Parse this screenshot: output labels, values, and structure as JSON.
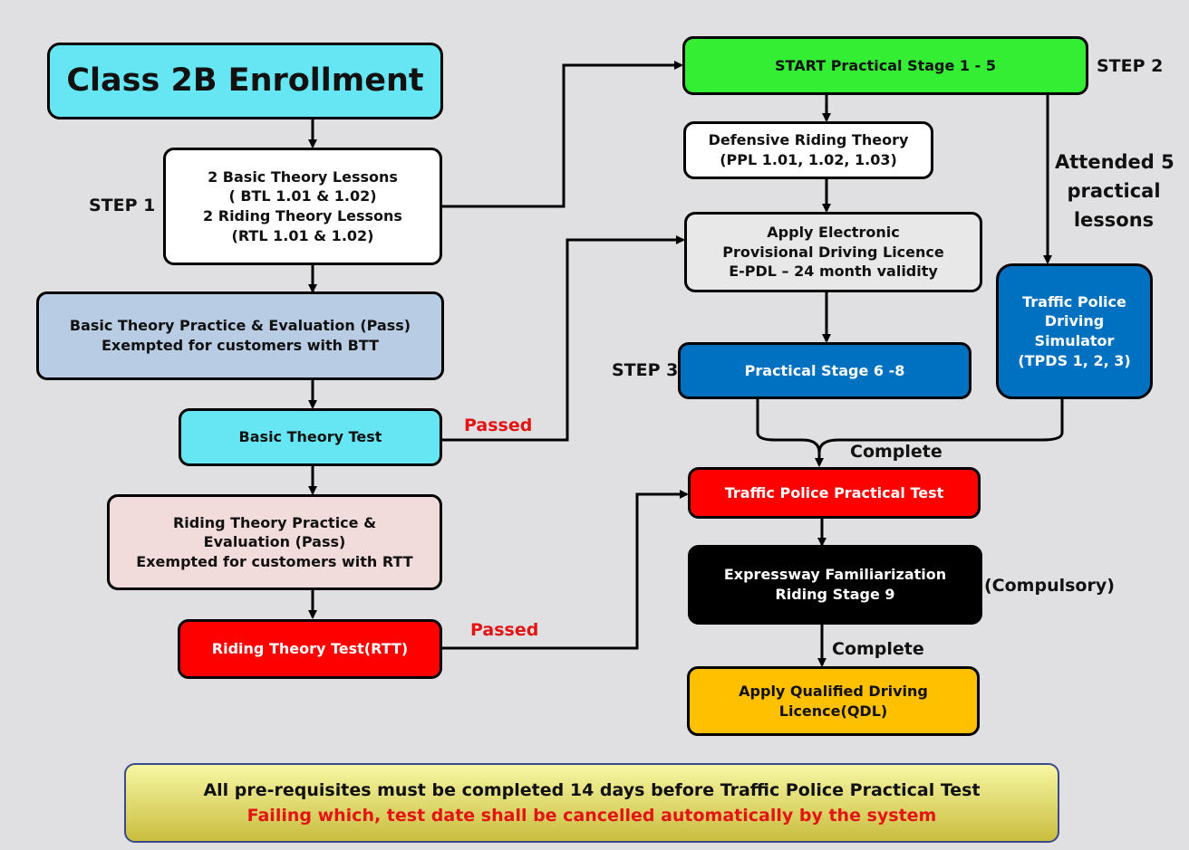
{
  "boxes": {
    "enrollment": {
      "text": "Class 2B Enrollment"
    },
    "basic_lessons": {
      "lines": [
        "2 Basic Theory Lessons",
        "( BTL 1.01 & 1.02)",
        "2 Riding Theory Lessons",
        "(RTL  1.01 & 1.02)"
      ]
    },
    "btp": {
      "lines": [
        "Basic Theory Practice & Evaluation (Pass)",
        "Exempted for customers with BTT"
      ]
    },
    "btt": {
      "text": "Basic Theory Test"
    },
    "rtp": {
      "lines": [
        "Riding Theory Practice &",
        "Evaluation (Pass)",
        "Exempted for customers with RTT"
      ]
    },
    "rtt": {
      "text": "Riding Theory Test(RTT)"
    },
    "start_practical": {
      "text": "START Practical Stage 1 - 5"
    },
    "defensive": {
      "lines": [
        "Defensive Riding Theory",
        "(PPL 1.01, 1.02, 1.03)"
      ]
    },
    "epdl": {
      "lines": [
        "Apply Electronic",
        "Provisional Driving Licence",
        "E-PDL – 24 month validity"
      ]
    },
    "practical_6_8": {
      "text": "Practical Stage 6 -8"
    },
    "simulator": {
      "lines": [
        "Traffic Police",
        "Driving",
        "Simulator",
        "(TPDS 1, 2, 3)"
      ]
    },
    "tp_test": {
      "text": "Traffic Police  Practical Test"
    },
    "expressway": {
      "lines": [
        "Expressway Familiarization",
        "Riding Stage 9"
      ]
    },
    "qdl": {
      "lines": [
        "Apply Qualified Driving",
        "Licence(QDL)"
      ]
    }
  },
  "labels": {
    "step1": "STEP 1",
    "step2": "STEP 2",
    "step3": "STEP 3",
    "passed_btt": "Passed",
    "passed_rtt": "Passed",
    "attended": [
      "Attended 5",
      "practical",
      "lessons"
    ],
    "complete_1": "Complete",
    "complete_2": "Complete",
    "compulsory": "(Compulsory)"
  },
  "notice": {
    "line1": "All pre-requisites must be completed 14 days before Traffic Police Practical Test",
    "line2": "Failing which, test date shall be cancelled automatically by the system"
  },
  "colors": {
    "cyan": "#66e6f2",
    "light_blue": "#b8cce4",
    "pink": "#f2dcdb",
    "red": "#ff0000",
    "green": "#33ee33",
    "blue": "#0070c0",
    "black": "#000000",
    "orange": "#ffc000",
    "notice_top": "#f7f7a4",
    "notice_bottom": "#c9bd3f",
    "label_red": "#e21414"
  }
}
